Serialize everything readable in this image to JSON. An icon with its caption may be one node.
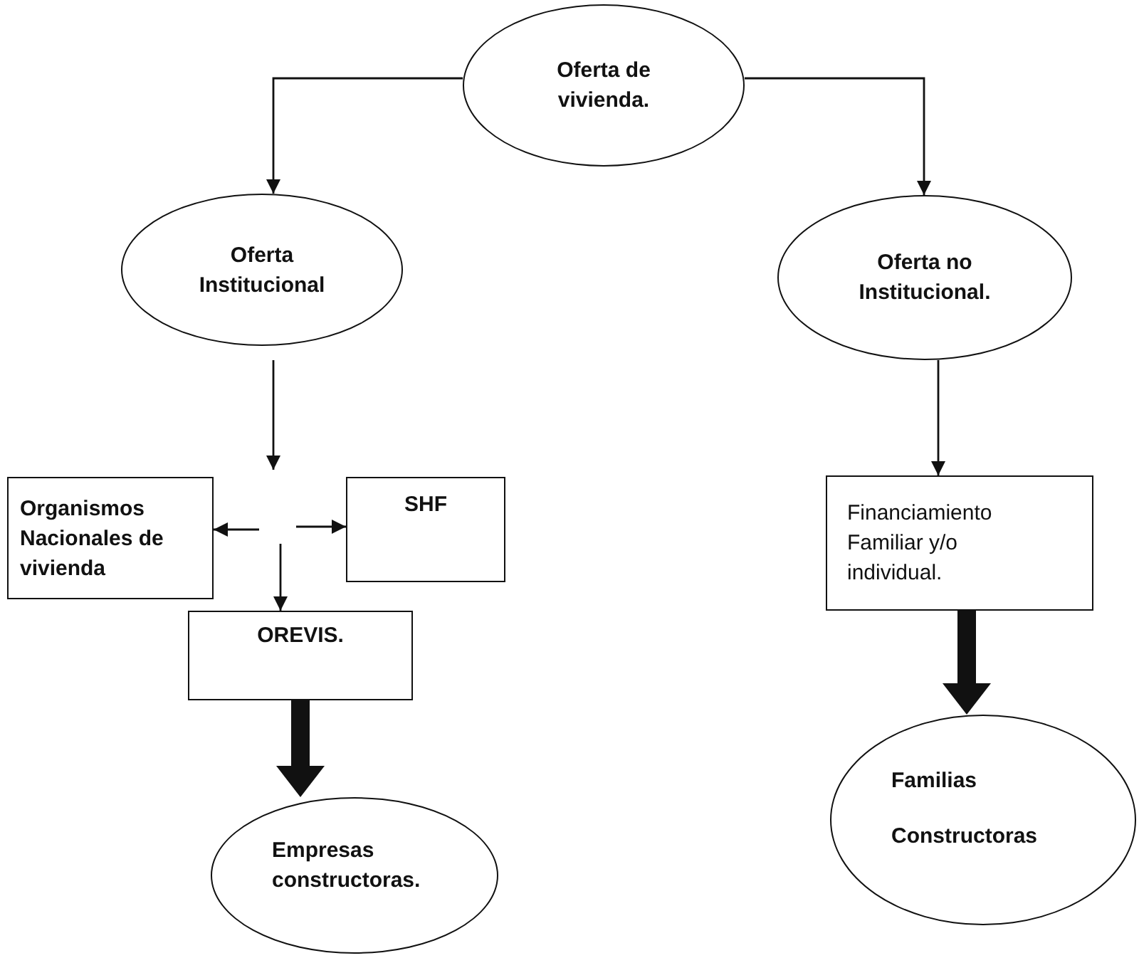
{
  "diagram": {
    "nodes": [
      {
        "text": [
          "Oferta de vivienda."
        ]
      },
      {
        "text": [
          "Oferta Institucional"
        ]
      },
      {
        "text": [
          "Oferta no Institucional."
        ]
      },
      {
        "text": [
          "Organismos Nacionales de vivienda"
        ]
      },
      {
        "text": [
          "SHF"
        ]
      },
      {
        "text": [
          "OREVIS."
        ]
      },
      {
        "text": [
          "Financiamiento Familiar y/o individual."
        ]
      },
      {
        "text": [
          "Empresas constructoras."
        ]
      },
      {
        "text": [
          "Familias Constructoras"
        ]
      }
    ],
    "edges": [
      {
        "from": 0,
        "to": 1,
        "arrow": "to"
      },
      {
        "from": 0,
        "to": 2,
        "arrow": "to"
      },
      {
        "from": 1,
        "to": null,
        "arrow": "to"
      },
      {
        "from": null,
        "to": 3,
        "arrow": "to"
      },
      {
        "from": null,
        "to": 4,
        "arrow": "to"
      },
      {
        "from": null,
        "to": 5,
        "arrow": "to"
      },
      {
        "from": 2,
        "to": 6,
        "arrow": "to"
      },
      {
        "from": 5,
        "to": 7,
        "arrow": "to",
        "style": "thick"
      },
      {
        "from": 6,
        "to": 8,
        "arrow": "to",
        "style": "thick"
      }
    ]
  }
}
